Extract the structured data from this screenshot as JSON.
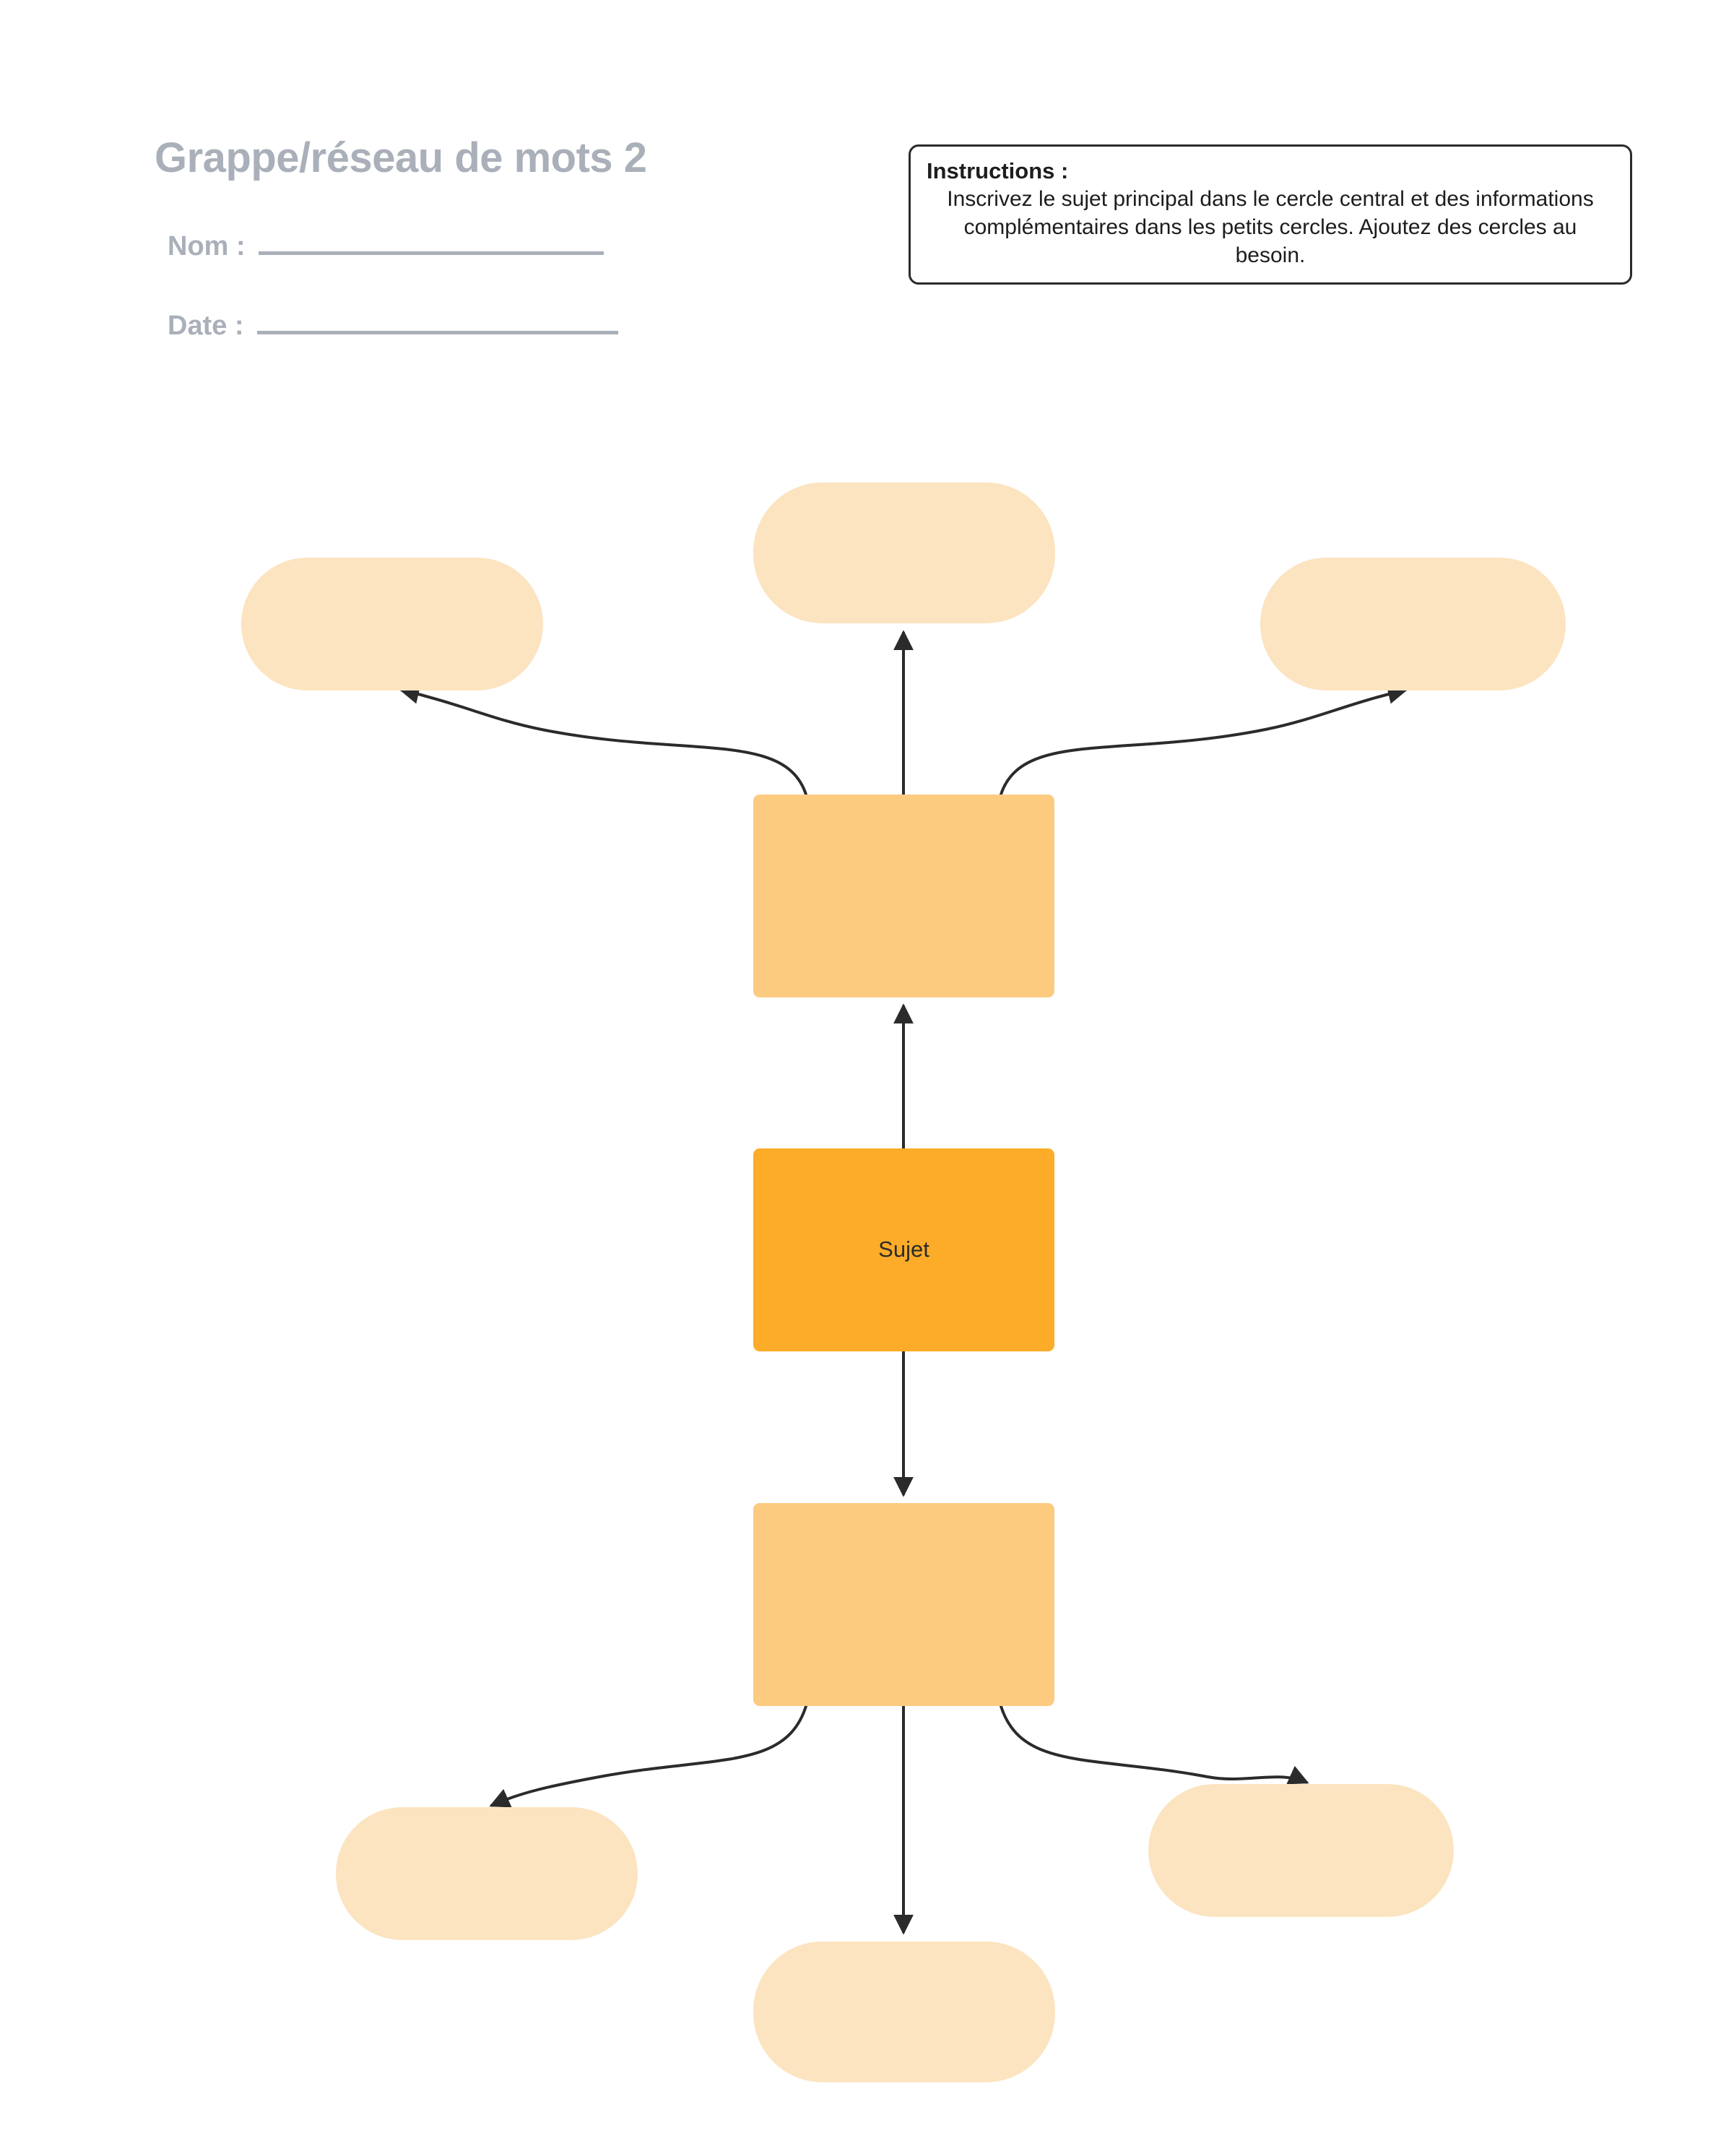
{
  "header": {
    "title": "Grappe/réseau de mots 2",
    "fields": [
      {
        "label": "Nom :",
        "value": ""
      },
      {
        "label": "Date :",
        "value": ""
      }
    ]
  },
  "instructions": {
    "title": "Instructions :",
    "body": "Inscrivez le sujet principal dans le cercle central et des informations complémentaires dans les petits cercles. Ajoutez des cercles au besoin."
  },
  "diagram": {
    "type": "word-web",
    "colors": {
      "subject_fill": "#FCAC29",
      "branch_fill": "#FCCB80",
      "leaf_fill": "#FCE4C1",
      "connector_stroke": "#2b2b2b",
      "header_text": "#aab0ba",
      "body_text": "#1d1d1d"
    },
    "nodes": {
      "subject": {
        "label": "Sujet"
      },
      "branch_top": {
        "label": ""
      },
      "branch_bottom": {
        "label": ""
      },
      "leaf_top_left": {
        "label": ""
      },
      "leaf_top_center": {
        "label": ""
      },
      "leaf_top_right": {
        "label": ""
      },
      "leaf_bottom_left": {
        "label": ""
      },
      "leaf_bottom_center": {
        "label": ""
      },
      "leaf_bottom_right": {
        "label": ""
      }
    },
    "connectors": [
      {
        "from": "subject",
        "to": "branch_top",
        "style": "straight-arrow-up"
      },
      {
        "from": "subject",
        "to": "branch_bottom",
        "style": "straight-arrow-down"
      },
      {
        "from": "branch_top",
        "to": "leaf_top_center",
        "style": "straight-arrow-up"
      },
      {
        "from": "branch_top",
        "to": "leaf_top_left",
        "style": "curved-arrow"
      },
      {
        "from": "branch_top",
        "to": "leaf_top_right",
        "style": "curved-arrow"
      },
      {
        "from": "branch_bottom",
        "to": "leaf_bottom_center",
        "style": "straight-arrow-down"
      },
      {
        "from": "branch_bottom",
        "to": "leaf_bottom_left",
        "style": "curved-arrow"
      },
      {
        "from": "branch_bottom",
        "to": "leaf_bottom_right",
        "style": "curved-arrow"
      }
    ]
  }
}
